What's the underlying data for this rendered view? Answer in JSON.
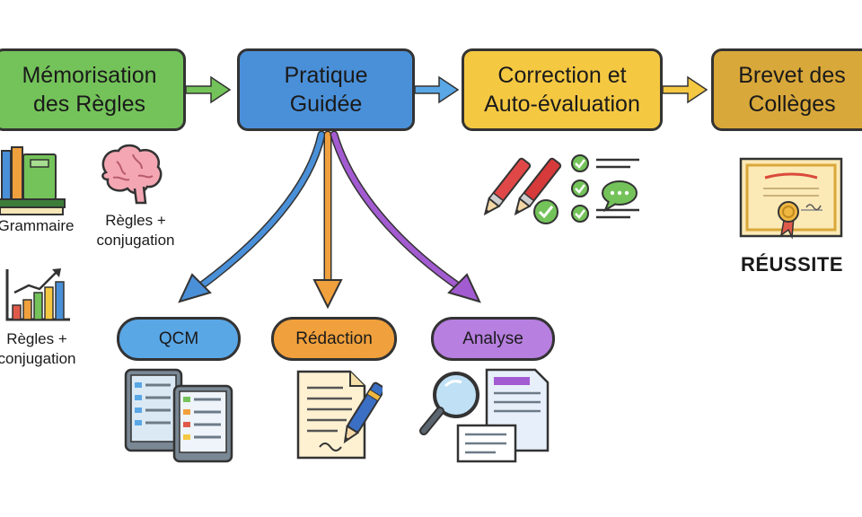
{
  "stages": {
    "memorisation": "Mémorisation\ndes Règles",
    "pratique": "Pratique\nGuidée",
    "correction": "Correction et\nAuto-évaluation",
    "brevet": "Brevet des\nCollèges"
  },
  "branches": {
    "qcm": "QCM",
    "redaction": "Rédaction",
    "analyse": "Analyse"
  },
  "labels": {
    "grammaire": "Grammaire",
    "regles_brain": "Règles +\nconjugation",
    "regles_chart": "Règles +\nconjugation",
    "reussite": "RÉUSSITE"
  },
  "colors": {
    "green": "#74c35a",
    "blue": "#4a90d9",
    "yellow": "#f5c842",
    "gold": "#d9a83a",
    "orange": "#f0a03c",
    "purple": "#a35bd1",
    "light_blue": "#5aa7e6"
  },
  "icons": [
    "books-icon",
    "brain-icon",
    "bar-chart-icon",
    "pens-icon",
    "checklist-icon",
    "speech-bubble-icon",
    "certificate-icon",
    "tablet-icon",
    "document-pen-icon",
    "magnifier-icon"
  ]
}
